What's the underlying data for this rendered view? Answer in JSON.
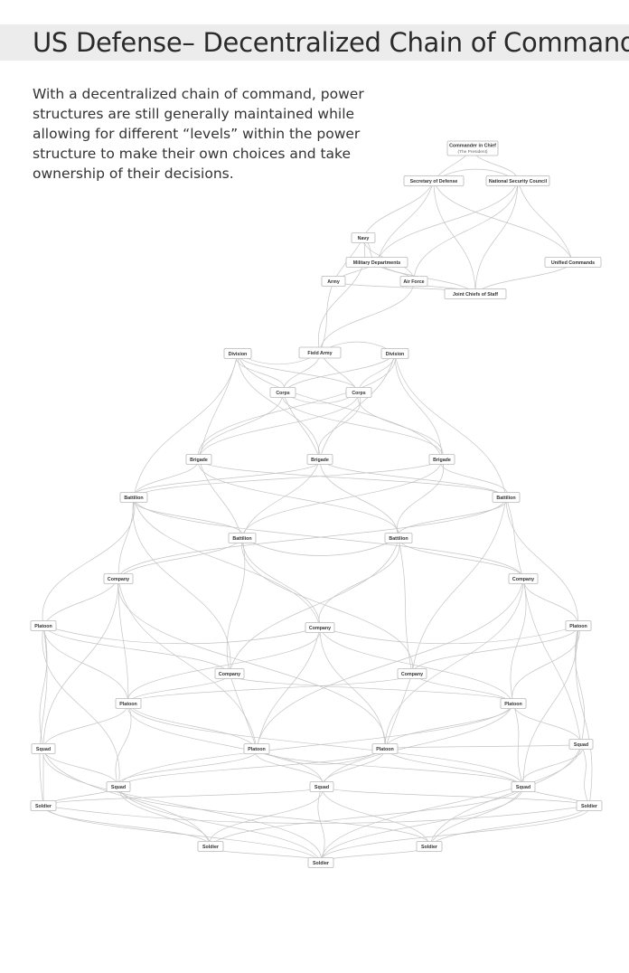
{
  "header": {
    "title": "US Defense– Decentralized Chain of Command"
  },
  "intro": {
    "text": "With a decentralized chain of command, power structures are still generally maintained while allowing for different “levels” within the power structure to make their own choices and take ownership of their decisions."
  },
  "diagram": {
    "nodes": [
      {
        "id": "cic",
        "label": "Commander in Chief",
        "sublabel": "(The President)"
      },
      {
        "id": "secdef",
        "label": "Secretary of Defense"
      },
      {
        "id": "nsc",
        "label": "National Security Council"
      },
      {
        "id": "navy",
        "label": "Navy"
      },
      {
        "id": "milDep",
        "label": "Military Departments"
      },
      {
        "id": "unified",
        "label": "Unified Commands"
      },
      {
        "id": "army",
        "label": "Army"
      },
      {
        "id": "airforce",
        "label": "Air Force"
      },
      {
        "id": "jcs",
        "label": "Joint Chiefs of Staff"
      },
      {
        "id": "div1",
        "label": "Division"
      },
      {
        "id": "fieldArmy",
        "label": "Field Army"
      },
      {
        "id": "div2",
        "label": "Division"
      },
      {
        "id": "corps1",
        "label": "Corps"
      },
      {
        "id": "corps2",
        "label": "Corps"
      },
      {
        "id": "brig1",
        "label": "Brigade"
      },
      {
        "id": "brig2",
        "label": "Brigade"
      },
      {
        "id": "brig3",
        "label": "Brigade"
      },
      {
        "id": "bat1",
        "label": "Battilion"
      },
      {
        "id": "bat4",
        "label": "Battilion"
      },
      {
        "id": "bat2",
        "label": "Battilion"
      },
      {
        "id": "bat3",
        "label": "Battilion"
      },
      {
        "id": "comp1",
        "label": "Company"
      },
      {
        "id": "comp4",
        "label": "Company"
      },
      {
        "id": "comp2",
        "label": "Company"
      },
      {
        "id": "plat1",
        "label": "Platoon"
      },
      {
        "id": "plat4",
        "label": "Platoon"
      },
      {
        "id": "comp3",
        "label": "Company"
      },
      {
        "id": "comp5",
        "label": "Company"
      },
      {
        "id": "plat2",
        "label": "Platoon"
      },
      {
        "id": "plat5",
        "label": "Platoon"
      },
      {
        "id": "squad1",
        "label": "Squad"
      },
      {
        "id": "plat3",
        "label": "Platoon"
      },
      {
        "id": "plat6",
        "label": "Platoon"
      },
      {
        "id": "squad4",
        "label": "Squad"
      },
      {
        "id": "squad2",
        "label": "Squad"
      },
      {
        "id": "squad3",
        "label": "Squad"
      },
      {
        "id": "squad5",
        "label": "Squad"
      },
      {
        "id": "sold1",
        "label": "Soldier"
      },
      {
        "id": "sold5",
        "label": "Soldier"
      },
      {
        "id": "sold2",
        "label": "Soldier"
      },
      {
        "id": "sold4",
        "label": "Soldier"
      },
      {
        "id": "sold3",
        "label": "Soldier"
      }
    ],
    "edges": [
      [
        "cic",
        "secdef"
      ],
      [
        "cic",
        "nsc"
      ],
      [
        "secdef",
        "nsc"
      ],
      [
        "secdef",
        "milDep"
      ],
      [
        "secdef",
        "jcs"
      ],
      [
        "secdef",
        "unified"
      ],
      [
        "secdef",
        "navy"
      ],
      [
        "nsc",
        "jcs"
      ],
      [
        "nsc",
        "unified"
      ],
      [
        "nsc",
        "milDep"
      ],
      [
        "nsc",
        "airforce"
      ],
      [
        "navy",
        "milDep"
      ],
      [
        "navy",
        "army"
      ],
      [
        "navy",
        "airforce"
      ],
      [
        "navy",
        "fieldArmy"
      ],
      [
        "milDep",
        "army"
      ],
      [
        "milDep",
        "airforce"
      ],
      [
        "milDep",
        "jcs"
      ],
      [
        "airforce",
        "jcs"
      ],
      [
        "army",
        "jcs"
      ],
      [
        "jcs",
        "unified"
      ],
      [
        "army",
        "fieldArmy"
      ],
      [
        "airforce",
        "fieldArmy"
      ],
      [
        "fieldArmy",
        "div1"
      ],
      [
        "fieldArmy",
        "div2"
      ],
      [
        "fieldArmy",
        "corps1"
      ],
      [
        "fieldArmy",
        "corps2"
      ],
      [
        "div1",
        "corps1"
      ],
      [
        "div2",
        "corps2"
      ],
      [
        "corps1",
        "corps2"
      ],
      [
        "div1",
        "brig1"
      ],
      [
        "div1",
        "brig2"
      ],
      [
        "div1",
        "brig3"
      ],
      [
        "div1",
        "bat1"
      ],
      [
        "div1",
        "corps2"
      ],
      [
        "div2",
        "brig1"
      ],
      [
        "div2",
        "brig2"
      ],
      [
        "div2",
        "brig3"
      ],
      [
        "div2",
        "bat4"
      ],
      [
        "div2",
        "corps1"
      ],
      [
        "corps1",
        "brig1"
      ],
      [
        "corps1",
        "brig2"
      ],
      [
        "corps1",
        "brig3"
      ],
      [
        "corps2",
        "brig1"
      ],
      [
        "corps2",
        "brig2"
      ],
      [
        "corps2",
        "brig3"
      ],
      [
        "brig1",
        "bat1"
      ],
      [
        "brig1",
        "bat2"
      ],
      [
        "brig1",
        "bat3"
      ],
      [
        "brig1",
        "bat4"
      ],
      [
        "brig2",
        "bat1"
      ],
      [
        "brig2",
        "bat2"
      ],
      [
        "brig2",
        "bat3"
      ],
      [
        "brig2",
        "bat4"
      ],
      [
        "brig3",
        "bat1"
      ],
      [
        "brig3",
        "bat2"
      ],
      [
        "brig3",
        "bat3"
      ],
      [
        "brig3",
        "bat4"
      ],
      [
        "bat1",
        "comp1"
      ],
      [
        "bat1",
        "comp2"
      ],
      [
        "bat1",
        "comp3"
      ],
      [
        "bat1",
        "comp4"
      ],
      [
        "bat1",
        "plat1"
      ],
      [
        "bat1",
        "bat2"
      ],
      [
        "bat4",
        "comp1"
      ],
      [
        "bat4",
        "comp4"
      ],
      [
        "bat4",
        "comp5"
      ],
      [
        "bat4",
        "plat4"
      ],
      [
        "bat4",
        "bat3"
      ],
      [
        "bat2",
        "comp1"
      ],
      [
        "bat2",
        "comp2"
      ],
      [
        "bat2",
        "comp3"
      ],
      [
        "bat2",
        "comp5"
      ],
      [
        "bat2",
        "bat3"
      ],
      [
        "bat3",
        "comp2"
      ],
      [
        "bat3",
        "comp3"
      ],
      [
        "bat3",
        "comp4"
      ],
      [
        "bat3",
        "comp5"
      ],
      [
        "comp1",
        "plat1"
      ],
      [
        "comp1",
        "plat2"
      ],
      [
        "comp1",
        "plat3"
      ],
      [
        "comp1",
        "plat6"
      ],
      [
        "comp4",
        "plat4"
      ],
      [
        "comp4",
        "plat5"
      ],
      [
        "comp4",
        "plat3"
      ],
      [
        "comp4",
        "plat6"
      ],
      [
        "comp2",
        "plat2"
      ],
      [
        "comp2",
        "plat3"
      ],
      [
        "comp2",
        "plat6"
      ],
      [
        "comp2",
        "plat5"
      ],
      [
        "comp3",
        "plat1"
      ],
      [
        "comp3",
        "plat2"
      ],
      [
        "comp3",
        "plat3"
      ],
      [
        "comp3",
        "plat5"
      ],
      [
        "comp5",
        "plat4"
      ],
      [
        "comp5",
        "plat5"
      ],
      [
        "comp5",
        "plat6"
      ],
      [
        "comp5",
        "plat2"
      ],
      [
        "plat1",
        "squad1"
      ],
      [
        "plat1",
        "squad2"
      ],
      [
        "plat1",
        "plat2"
      ],
      [
        "plat1",
        "comp2"
      ],
      [
        "plat4",
        "squad4"
      ],
      [
        "plat4",
        "squad5"
      ],
      [
        "plat4",
        "plat5"
      ],
      [
        "plat4",
        "comp2"
      ],
      [
        "plat2",
        "squad1"
      ],
      [
        "plat2",
        "squad2"
      ],
      [
        "plat2",
        "squad3"
      ],
      [
        "plat2",
        "squad5"
      ],
      [
        "plat2",
        "plat3"
      ],
      [
        "plat5",
        "squad3"
      ],
      [
        "plat5",
        "squad4"
      ],
      [
        "plat5",
        "squad5"
      ],
      [
        "plat5",
        "squad2"
      ],
      [
        "plat5",
        "plat6"
      ],
      [
        "plat3",
        "squad2"
      ],
      [
        "plat3",
        "squad3"
      ],
      [
        "plat3",
        "squad5"
      ],
      [
        "plat3",
        "plat6"
      ],
      [
        "plat6",
        "squad2"
      ],
      [
        "plat6",
        "squad3"
      ],
      [
        "plat6",
        "squad5"
      ],
      [
        "plat6",
        "squad4"
      ],
      [
        "squad1",
        "sold1"
      ],
      [
        "squad1",
        "sold2"
      ],
      [
        "squad1",
        "sold3"
      ],
      [
        "squad1",
        "squad2"
      ],
      [
        "squad4",
        "sold5"
      ],
      [
        "squad4",
        "sold4"
      ],
      [
        "squad4",
        "sold3"
      ],
      [
        "squad4",
        "squad5"
      ],
      [
        "squad2",
        "sold1"
      ],
      [
        "squad2",
        "sold2"
      ],
      [
        "squad2",
        "sold3"
      ],
      [
        "squad2",
        "sold4"
      ],
      [
        "squad3",
        "sold1"
      ],
      [
        "squad3",
        "sold2"
      ],
      [
        "squad3",
        "sold3"
      ],
      [
        "squad3",
        "sold4"
      ],
      [
        "squad3",
        "sold5"
      ],
      [
        "squad5",
        "sold4"
      ],
      [
        "squad5",
        "sold3"
      ],
      [
        "squad5",
        "sold5"
      ],
      [
        "squad5",
        "sold2"
      ],
      [
        "sold1",
        "sold2"
      ],
      [
        "sold1",
        "sold3"
      ],
      [
        "sold2",
        "sold3"
      ],
      [
        "sold3",
        "sold4"
      ],
      [
        "sold4",
        "sold5"
      ],
      [
        "sold3",
        "sold5"
      ],
      [
        "sold1",
        "sold5"
      ],
      [
        "plat1",
        "sold1"
      ],
      [
        "plat4",
        "sold5"
      ],
      [
        "comp1",
        "squad1"
      ],
      [
        "comp4",
        "squad4"
      ]
    ]
  }
}
